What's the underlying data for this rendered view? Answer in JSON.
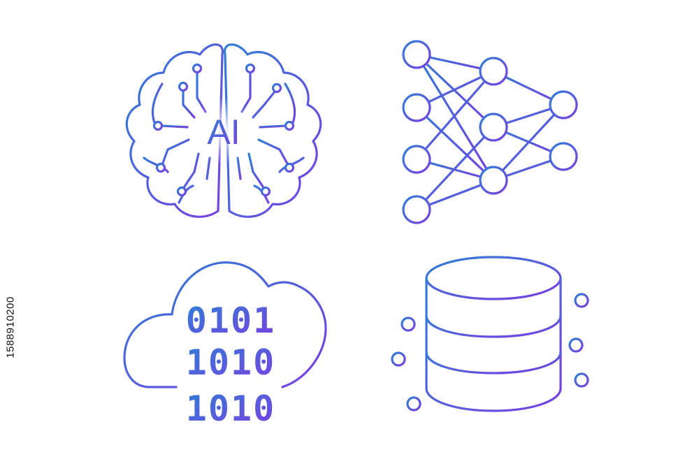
{
  "icons": {
    "ai_brain": {
      "name": "ai-brain",
      "label": "AI"
    },
    "neural_network": {
      "name": "neural-network",
      "layers": [
        4,
        3,
        2
      ]
    },
    "binary_cloud": {
      "name": "binary-cloud",
      "lines": [
        "0101",
        "1010",
        "1010"
      ]
    },
    "database": {
      "name": "database"
    }
  },
  "stock_id": "1588910200",
  "colors": {
    "gradient_top": "#2f7fd6",
    "gradient_bottom": "#7a3fe0",
    "background": "#ffffff"
  }
}
